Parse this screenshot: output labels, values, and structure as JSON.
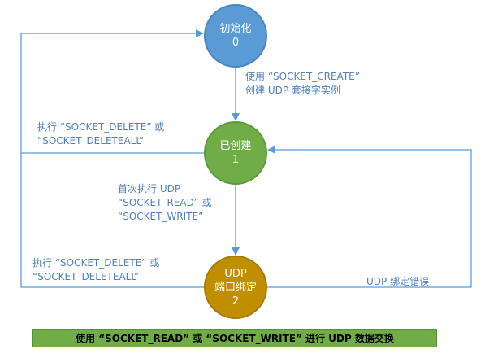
{
  "states": {
    "initialized": {
      "name": "初始化",
      "code": "0",
      "color": "#5b9bd5"
    },
    "created": {
      "name": "已创建",
      "code": "1",
      "color": "#70ad47"
    },
    "bound": {
      "name_line1": "UDP",
      "name_line2": "端口绑定",
      "code": "2",
      "color": "#bf8f00"
    }
  },
  "transitions": {
    "create": {
      "line1": "使用 “SOCKET_CREATE”",
      "line2": "创建 UDP 套接字实例"
    },
    "delete_from_created": {
      "line1": "执行 “SOCKET_DELETE” 或",
      "line2": "“SOCKET_DELETEALL”"
    },
    "read_write": {
      "line1": "首次执行 UDP",
      "line2": "“SOCKET_READ” 或",
      "line3": "“SOCKET_WRITE”"
    },
    "delete_from_bound": {
      "line1": "执行 “SOCKET_DELETE” 或",
      "line2": "“SOCKET_DELETEALL”"
    },
    "bind_error": {
      "label": "UDP 绑定错误"
    }
  },
  "banner": {
    "text": "使用 “SOCKET_READ” 或 “SOCKET_WRITE” 进行 UDP 数据交换",
    "color": "#70ad47"
  },
  "colors": {
    "arrow": "#5b9bd5",
    "label": "#4f81bd"
  }
}
